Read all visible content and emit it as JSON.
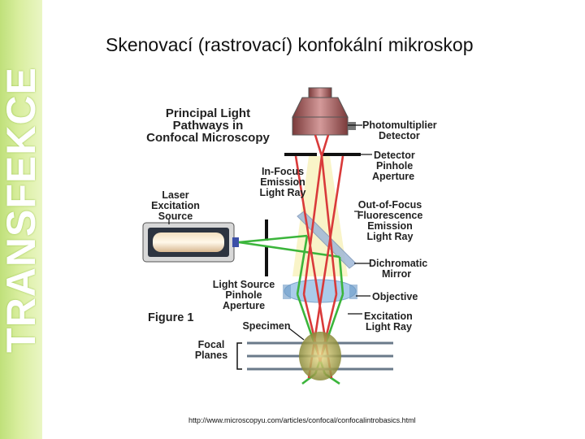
{
  "sidebar": {
    "text": "TRANSFEKCE"
  },
  "slide": {
    "title": "Skenovací (rastrovací) konfokální mikroskop"
  },
  "diagram": {
    "heading": [
      "Principal Light",
      "Pathways in",
      "Confocal Microscopy"
    ],
    "figure_label": "Figure 1",
    "labels": {
      "photomultiplier": [
        "Photomultiplier",
        "Detector"
      ],
      "detector_pinhole": [
        "Detector",
        "Pinhole",
        "Aperture"
      ],
      "in_focus": [
        "In-Focus",
        "Emission",
        "Light Ray"
      ],
      "laser": [
        "Laser",
        "Excitation",
        "Source"
      ],
      "out_of_focus": [
        "Out-of-Focus",
        "Fluorescence",
        "Emission",
        "Light Ray"
      ],
      "dichromatic": [
        "Dichromatic",
        "Mirror"
      ],
      "source_pinhole": [
        "Light Source",
        "Pinhole",
        "Aperture"
      ],
      "objective": [
        "Objective"
      ],
      "excitation": [
        "Excitation",
        "Light Ray"
      ],
      "specimen": [
        "Specimen"
      ],
      "focal_planes": [
        "Focal",
        "Planes"
      ]
    },
    "colors": {
      "excitation_ray": "#3bb53b",
      "emission_ray": "#d93a3a",
      "detector_body": "#b06a6a",
      "mirror": "#9fb8d8",
      "lens": "#9cc4e8"
    }
  },
  "source": {
    "url": "http://www.microscopyu.com/articles/confocal/confocalintrobasics.html"
  }
}
